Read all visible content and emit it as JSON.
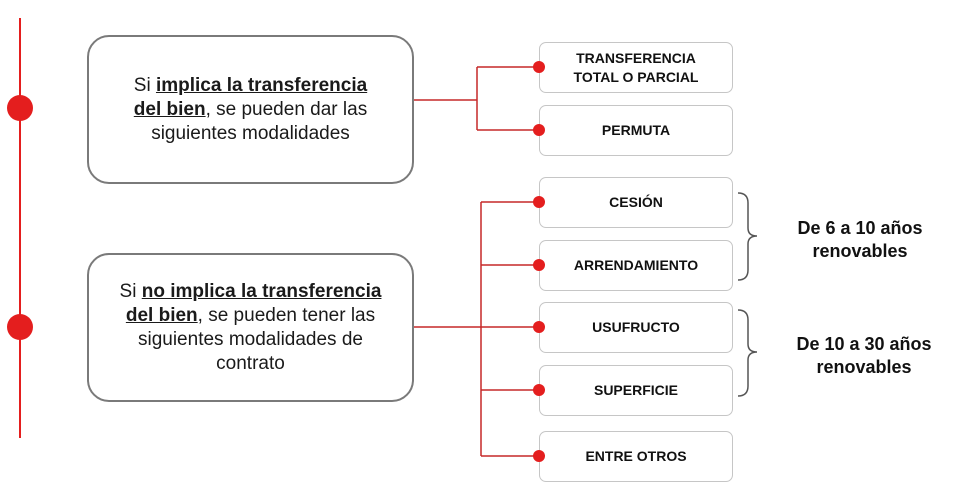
{
  "box_top": {
    "prefix": "Si ",
    "emphasis_line1": "implica la transferencia",
    "emphasis_line2": "del bien",
    "suffix": ", se pueden dar las",
    "line3": "siguientes modalidades"
  },
  "box_bottom": {
    "prefix": "Si ",
    "emphasis_line1": "no implica la transferencia",
    "emphasis_line2": "del bien",
    "suffix": ", se pueden tener las",
    "line3": "siguientes modalidades de",
    "line4": "contrato"
  },
  "options": {
    "transferencia_line1": "TRANSFERENCIA",
    "transferencia_line2": "TOTAL O PARCIAL",
    "permuta": "PERMUTA",
    "cesion": "CESIÓN",
    "arrendamiento": "ARRENDAMIENTO",
    "usufructo": "USUFRUCTO",
    "superficie": "SUPERFICIE",
    "entre_otros": "ENTRE OTROS"
  },
  "durations": {
    "group1_line1": "De 6 a 10 años",
    "group1_line2": "renovables",
    "group2_line1": "De 10 a 30 años",
    "group2_line2": "renovables"
  },
  "colors": {
    "accent": "#e41e1e",
    "box_border": "#7a7a7a",
    "option_border": "#c6c6c6",
    "bracket": "#555555"
  }
}
